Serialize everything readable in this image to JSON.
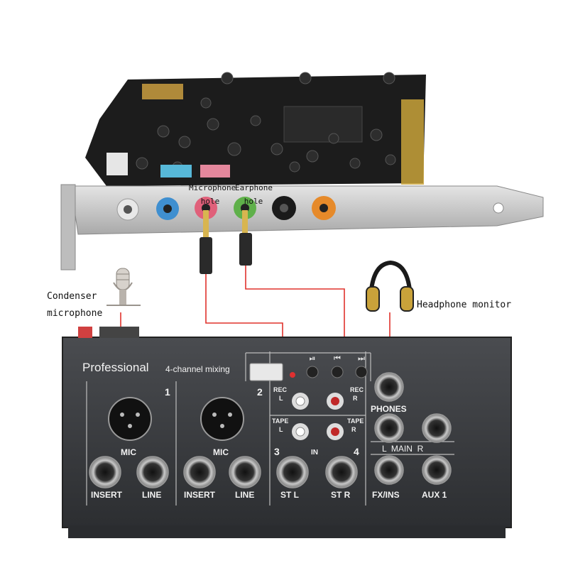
{
  "labels": {
    "microphone_hole": "Microphone hole",
    "earphone_hole": "Earphone hole",
    "condenser_mic": "Condenser microphone",
    "headphone_monitor": "Headphone monitor"
  },
  "mixer": {
    "brand": "Professional",
    "subtitle": "4-channel mixing",
    "ch1_number": "1",
    "ch2_number": "2",
    "ch3_number": "3",
    "ch4_number": "4",
    "mic": "MIC",
    "insert": "INSERT",
    "line": "LINE",
    "rec": "REC",
    "tape": "TAPE",
    "in": "IN",
    "l": "L",
    "r": "R",
    "st_l": "ST L",
    "st_r": "ST R",
    "phones": "PHONES",
    "main": "L  MAIN  R",
    "fx_ins": "FX/INS",
    "aux1": "AUX 1"
  },
  "colors": {
    "mixer_body": "#3b3d41",
    "card_pcb": "#1c1c1c",
    "bracket": "#c9c9c9",
    "cable": "#e0322c",
    "jack_blue": "#3f8fd0",
    "jack_pink": "#e0607a",
    "jack_green": "#5fb04a",
    "jack_orange": "#e68a2a"
  }
}
